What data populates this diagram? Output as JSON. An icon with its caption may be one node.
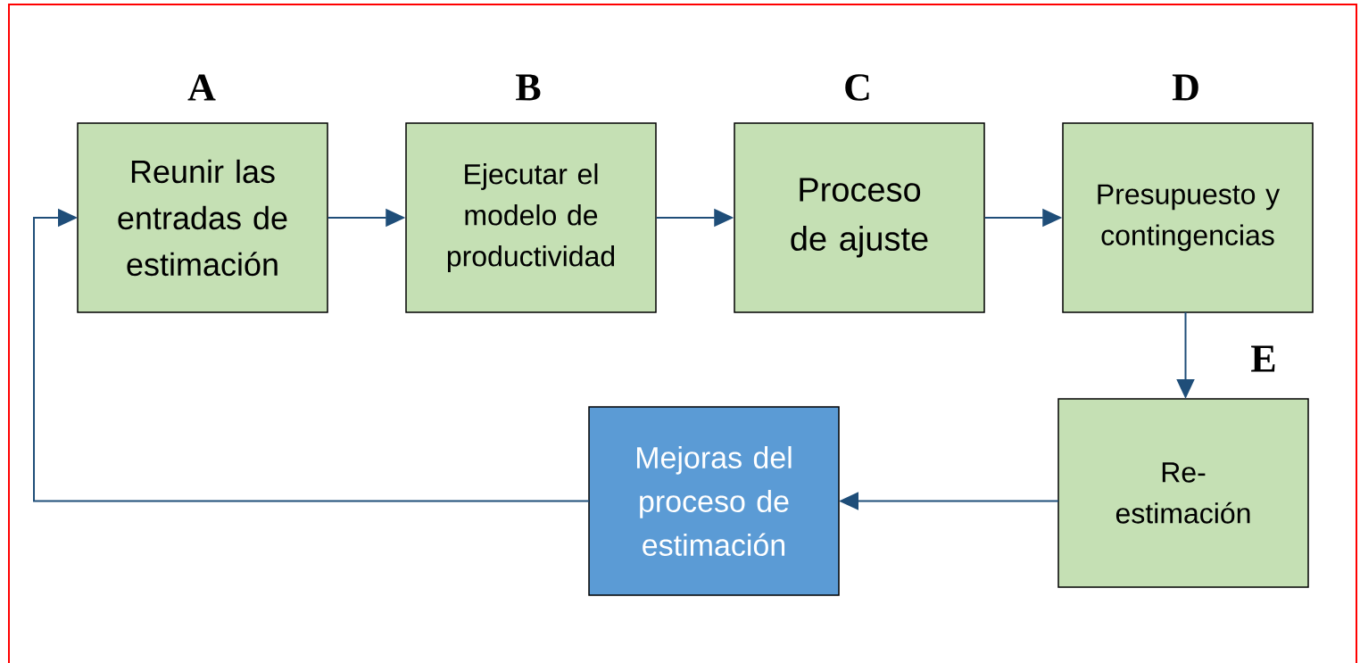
{
  "diagram": {
    "nodes": [
      {
        "text": [
          "A",
          "Reunir las entradas de estimación"
        ]
      },
      {
        "text": [
          "B",
          "Ejecutar el modelo de productividad"
        ]
      },
      {
        "text": [
          "C",
          "Proceso de ajuste"
        ]
      },
      {
        "text": [
          "D",
          "Presupuesto y contingencias"
        ]
      },
      {
        "text": [
          "E",
          "Re- estimación"
        ]
      },
      {
        "text": [
          "Mejoras del proceso de estimación"
        ]
      }
    ],
    "edges": [
      {
        "from": 0,
        "to": 1,
        "arrow": "to"
      },
      {
        "from": 1,
        "to": 2,
        "arrow": "to"
      },
      {
        "from": 2,
        "to": 3,
        "arrow": "to"
      },
      {
        "from": 3,
        "to": 4,
        "arrow": "to"
      },
      {
        "from": 4,
        "to": 5,
        "arrow": "to"
      },
      {
        "from": 5,
        "to": 0,
        "arrow": "to"
      }
    ]
  }
}
